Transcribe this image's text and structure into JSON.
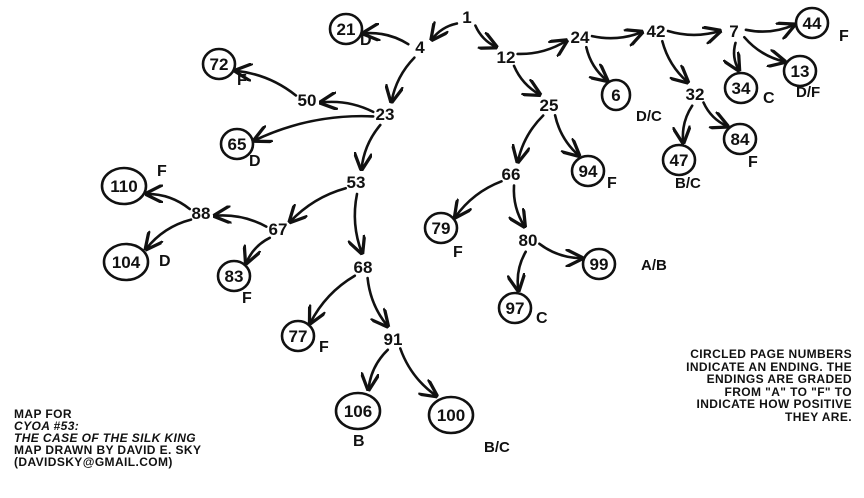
{
  "map": {
    "nodes": [
      {
        "id": "n1",
        "label": "1",
        "ending": false,
        "grade": ""
      },
      {
        "id": "n4",
        "label": "4",
        "ending": false,
        "grade": ""
      },
      {
        "id": "n21",
        "label": "21",
        "ending": true,
        "grade": "D"
      },
      {
        "id": "n12",
        "label": "12",
        "ending": false,
        "grade": ""
      },
      {
        "id": "n24",
        "label": "24",
        "ending": false,
        "grade": ""
      },
      {
        "id": "n42",
        "label": "42",
        "ending": false,
        "grade": ""
      },
      {
        "id": "n7",
        "label": "7",
        "ending": false,
        "grade": ""
      },
      {
        "id": "n44",
        "label": "44",
        "ending": true,
        "grade": "F"
      },
      {
        "id": "n34",
        "label": "34",
        "ending": true,
        "grade": "C"
      },
      {
        "id": "n13",
        "label": "13",
        "ending": true,
        "grade": "D/F"
      },
      {
        "id": "n6",
        "label": "6",
        "ending": true,
        "grade": "D/C"
      },
      {
        "id": "n32",
        "label": "32",
        "ending": false,
        "grade": ""
      },
      {
        "id": "n47",
        "label": "47",
        "ending": true,
        "grade": "B/C"
      },
      {
        "id": "n84",
        "label": "84",
        "ending": true,
        "grade": "F"
      },
      {
        "id": "n25",
        "label": "25",
        "ending": false,
        "grade": ""
      },
      {
        "id": "n94",
        "label": "94",
        "ending": true,
        "grade": "F"
      },
      {
        "id": "n66",
        "label": "66",
        "ending": false,
        "grade": ""
      },
      {
        "id": "n79",
        "label": "79",
        "ending": true,
        "grade": "F"
      },
      {
        "id": "n80",
        "label": "80",
        "ending": false,
        "grade": ""
      },
      {
        "id": "n99",
        "label": "99",
        "ending": true,
        "grade": "A/B"
      },
      {
        "id": "n97",
        "label": "97",
        "ending": true,
        "grade": "C"
      },
      {
        "id": "n23",
        "label": "23",
        "ending": false,
        "grade": ""
      },
      {
        "id": "n50",
        "label": "50",
        "ending": false,
        "grade": ""
      },
      {
        "id": "n72",
        "label": "72",
        "ending": true,
        "grade": "F"
      },
      {
        "id": "n65",
        "label": "65",
        "ending": true,
        "grade": "D"
      },
      {
        "id": "n53",
        "label": "53",
        "ending": false,
        "grade": ""
      },
      {
        "id": "n67",
        "label": "67",
        "ending": false,
        "grade": ""
      },
      {
        "id": "n88",
        "label": "88",
        "ending": false,
        "grade": ""
      },
      {
        "id": "n110",
        "label": "110",
        "ending": true,
        "grade": "F"
      },
      {
        "id": "n104",
        "label": "104",
        "ending": true,
        "grade": "D"
      },
      {
        "id": "n83",
        "label": "83",
        "ending": true,
        "grade": "F"
      },
      {
        "id": "n68",
        "label": "68",
        "ending": false,
        "grade": ""
      },
      {
        "id": "n77",
        "label": "77",
        "ending": true,
        "grade": "F"
      },
      {
        "id": "n91",
        "label": "91",
        "ending": false,
        "grade": ""
      },
      {
        "id": "n106",
        "label": "106",
        "ending": true,
        "grade": "B"
      },
      {
        "id": "n100",
        "label": "100",
        "ending": true,
        "grade": "B/C"
      }
    ],
    "edges": [
      {
        "from": "n1",
        "to": "n4"
      },
      {
        "from": "n1",
        "to": "n12"
      },
      {
        "from": "n4",
        "to": "n21"
      },
      {
        "from": "n4",
        "to": "n23"
      },
      {
        "from": "n12",
        "to": "n24"
      },
      {
        "from": "n12",
        "to": "n25"
      },
      {
        "from": "n24",
        "to": "n42"
      },
      {
        "from": "n24",
        "to": "n6"
      },
      {
        "from": "n42",
        "to": "n7"
      },
      {
        "from": "n42",
        "to": "n32"
      },
      {
        "from": "n7",
        "to": "n44"
      },
      {
        "from": "n7",
        "to": "n34"
      },
      {
        "from": "n7",
        "to": "n13"
      },
      {
        "from": "n32",
        "to": "n47"
      },
      {
        "from": "n32",
        "to": "n84"
      },
      {
        "from": "n25",
        "to": "n66"
      },
      {
        "from": "n25",
        "to": "n94"
      },
      {
        "from": "n66",
        "to": "n79"
      },
      {
        "from": "n66",
        "to": "n80"
      },
      {
        "from": "n80",
        "to": "n99"
      },
      {
        "from": "n80",
        "to": "n97"
      },
      {
        "from": "n23",
        "to": "n50"
      },
      {
        "from": "n23",
        "to": "n65"
      },
      {
        "from": "n23",
        "to": "n53"
      },
      {
        "from": "n50",
        "to": "n72"
      },
      {
        "from": "n53",
        "to": "n67"
      },
      {
        "from": "n53",
        "to": "n68"
      },
      {
        "from": "n67",
        "to": "n88"
      },
      {
        "from": "n67",
        "to": "n83"
      },
      {
        "from": "n88",
        "to": "n110"
      },
      {
        "from": "n88",
        "to": "n104"
      },
      {
        "from": "n68",
        "to": "n77"
      },
      {
        "from": "n68",
        "to": "n91"
      },
      {
        "from": "n91",
        "to": "n106"
      },
      {
        "from": "n91",
        "to": "n100"
      }
    ]
  },
  "credits": {
    "line1": "MAP FOR",
    "line2": "CYOA #53:",
    "line3": "THE CASE OF THE SILK KING",
    "line4": "MAP DRAWN BY DAVID E. SKY",
    "line5": "(DAVIDSKY@GMAIL.COM)"
  },
  "legend": {
    "line1": "CIRCLED PAGE NUMBERS",
    "line2": "INDICATE AN ENDING. THE",
    "line3": "ENDINGS ARE GRADED",
    "line4": "FROM \"A\" TO \"F\" TO",
    "line5": "INDICATE HOW POSITIVE",
    "line6": "THEY ARE."
  }
}
